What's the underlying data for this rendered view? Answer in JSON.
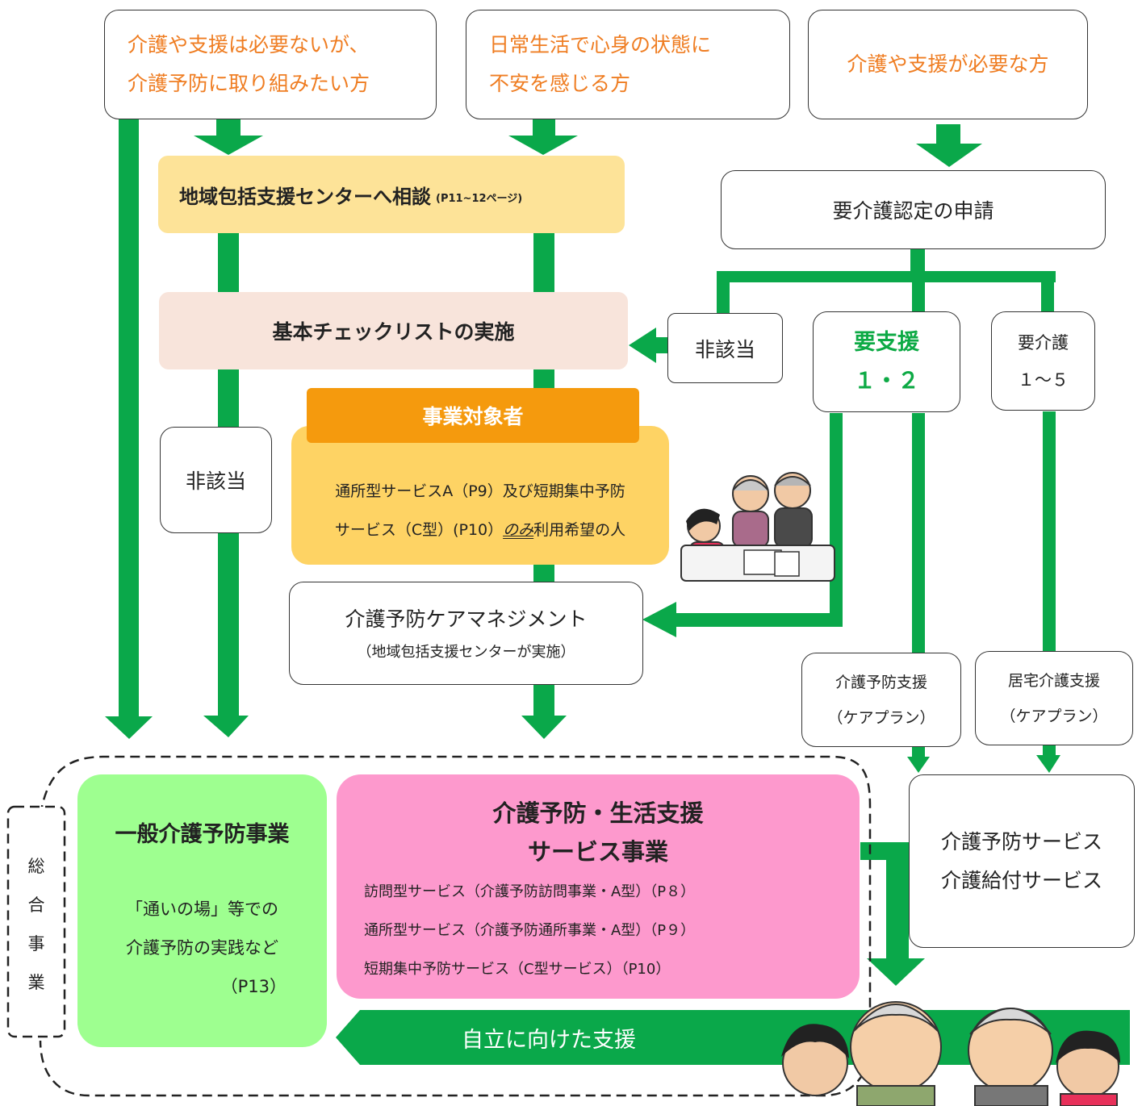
{
  "top_boxes": {
    "no_care_line1": "介護や支援は必要ないが、",
    "no_care_line2": "介護予防に取り組みたい方",
    "anxiety_line1": "日常生活で心身の状態に",
    "anxiety_line2": "不安を感じる方",
    "need_care": "介護や支援が必要な方"
  },
  "consult": {
    "label": "地域包括支援センターへ相談",
    "pages": "(P11~12ページ)"
  },
  "application": "要介護認定の申請",
  "checklist": "基本チェックリストの実施",
  "not_applicable_right": "非該当",
  "not_applicable_left": "非該当",
  "support_needed": {
    "label": "要支援",
    "levels": "１・２"
  },
  "care_needed": {
    "label": "要介護",
    "levels": "１～５"
  },
  "target": {
    "header": "事業対象者",
    "line1": "通所型サービスA（P9）及び短期集中予防",
    "line2_pre": "サービス（C型）(P10）",
    "line2_em": "のみ",
    "line2_post": "利用希望の人"
  },
  "care_mgmt": {
    "title": "介護予防ケアマネジメント",
    "sub": "（地域包括支援センターが実施）"
  },
  "prev_support": {
    "line1": "介護予防支援",
    "line2": "（ケアプラン）"
  },
  "home_support": {
    "line1": "居宅介護支援",
    "line2": "（ケアプラン）"
  },
  "services": {
    "line1": "介護予防サービス",
    "line2": "介護給付サービス"
  },
  "sogo": [
    "総",
    "合",
    "事",
    "業"
  ],
  "general": {
    "title": "一般介護予防事業",
    "line1": "「通いの場」等での",
    "line2": "介護予防の実践など",
    "pages": "（P13）"
  },
  "living": {
    "title1": "介護予防・生活支援",
    "title2": "サービス事業",
    "item1": "訪問型サービス（介護予防訪問事業・A型）（P８）",
    "item2": "通所型サービス（介護予防通所事業・A型）（P９）",
    "item3": "短期集中予防サービス（C型サービス）（P10）"
  },
  "independence": "自立に向けた支援",
  "colors": {
    "green_arrow": "#0aa84a",
    "orange_text": "#ef7d22",
    "consult_bg": "#fde398",
    "checklist_bg": "#f8e4db",
    "target_header": "#f59a0d",
    "target_bg": "#fed364",
    "general_bg": "#9eff90",
    "living_bg": "#fd99cd",
    "support_green": "#0daa45"
  }
}
